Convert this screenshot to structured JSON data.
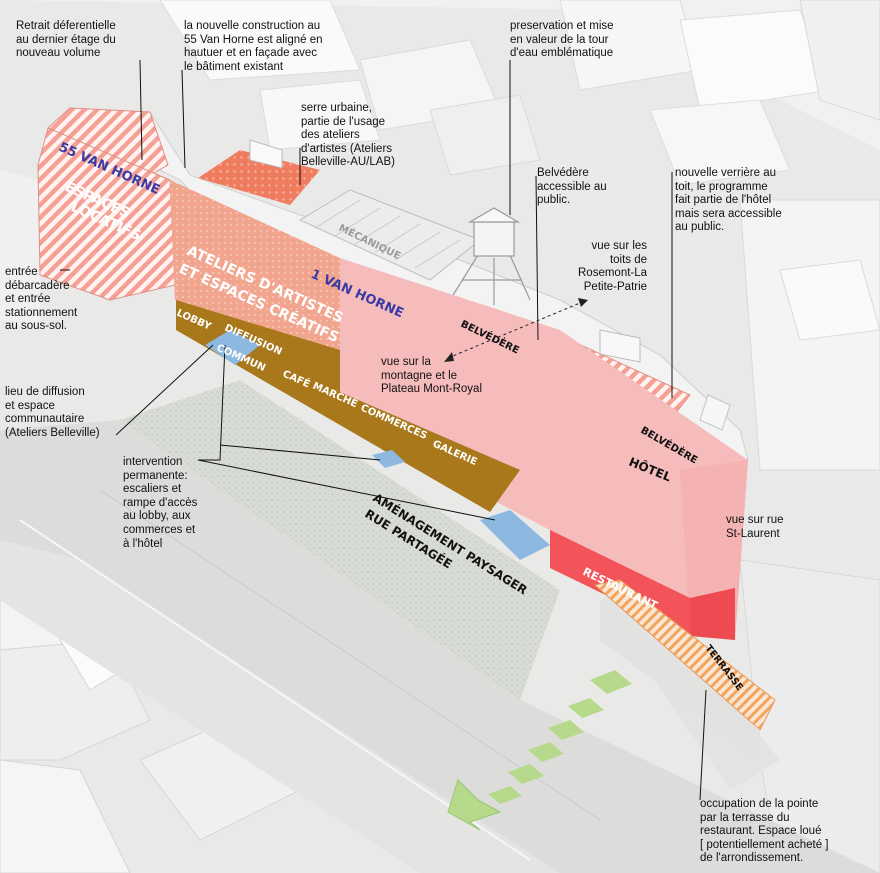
{
  "annotations": {
    "retrait": "Retrait déferentielle\nau dernier étage du\nnouveau volume",
    "nouvelle_construction": "la nouvelle construction au\n55 Van Horne est aligné en\nhautuer et en façade avec\nle bâtiment existant",
    "preservation": "preservation et mise\nen valeur de la tour\nd'eau emblématique",
    "serre": "serre urbaine,\npartie de l'usage\ndes ateliers\nd'artistes (Ateliers\nBelleville-AU/LAB)",
    "belvedere_public": "Belvédère\naccessible au\npublic.",
    "verriere": "nouvelle verrière au\ntoit, le programme\nfait partie de l'hôtel\nmais sera accessible\nau public.",
    "vue_rosemont": "vue sur les\ntoits de\nRosemont-La\nPetite-Patrie",
    "entree": "entrée\ndébarcadère\net entrée\nstationnement\nau sous-sol.",
    "vue_montagne": "vue sur la\nmontagne et le\nPlateau Mont-Royal",
    "diffusion": "lieu de diffusion\net espace\ncommunautaire\n(Ateliers Belleville)",
    "intervention": "intervention\npermanente:\nescaliers et\nrampe d'accès\nau lobby, aux\ncommerces et\nà l'hôtel",
    "vue_st_laurent": "vue sur rue\nSt-Laurent",
    "pointe": "occupation de la pointe\npar la terrasse du\nrestaurant. Espace loué\n[ potentiellement acheté ]\nde l'arrondissement."
  },
  "building_labels": {
    "van_horne_55": "55 VAN HORNE",
    "espaces_locatifs_1": "ESPACES",
    "espaces_locatifs_2": "LOCATIFS",
    "ateliers_1": "ATELIERS  D'ARTISTES",
    "ateliers_2": "ET ESPACES  CRÉATIFS",
    "van_horne_1": "1 VAN HORNE",
    "mecanique": "MÉCANIQUE",
    "belvedere_1": "BELVÉDÈRE",
    "belvedere_2": "BELVÉDÈRE",
    "hotel": "HÔTEL",
    "restaurant": "RESTAURANT",
    "terrasse": "TERRASSE",
    "lobby": "LOBBY",
    "diffusion_band": "DIFFUSION",
    "commun": "COMMUN",
    "cafe": "CAFÉ",
    "marche": "MARCHÉ",
    "commerces": "COMMERCES",
    "galerie": "GALERIE",
    "amenagement": "AMÉNAGEMENT PAYSAGER",
    "rue_partagee": "RUE PARTAGÉE"
  },
  "colors": {
    "pink_facade": "#f6bcbc",
    "salmon_hatch": "#f4a095",
    "red_restaurant": "#f2545a",
    "brown_band": "#a8781b",
    "blue_access": "#8db8e0",
    "green_arrow": "#b6d98c",
    "label_blue": "#3b3ba5"
  }
}
